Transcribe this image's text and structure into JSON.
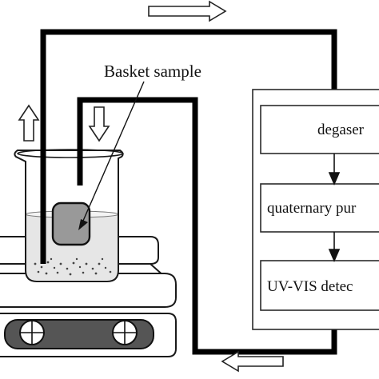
{
  "diagram": {
    "annotation": {
      "basket_label": "Basket sample"
    },
    "modules": [
      {
        "id": "degaser",
        "label": "degaser"
      },
      {
        "id": "pump",
        "label": "quaternary pur"
      },
      {
        "id": "detector",
        "label": "UV-VIS detec"
      }
    ],
    "flow_arrows": [
      {
        "id": "top",
        "direction": "right"
      },
      {
        "id": "bottom",
        "direction": "left"
      },
      {
        "id": "outlet",
        "direction": "up"
      },
      {
        "id": "inlet",
        "direction": "down"
      }
    ],
    "colors": {
      "line": "#000000",
      "outline": "#2b2b2b",
      "solution_fill": "#e6e6e6",
      "panel_fill": "#ffffff"
    }
  }
}
